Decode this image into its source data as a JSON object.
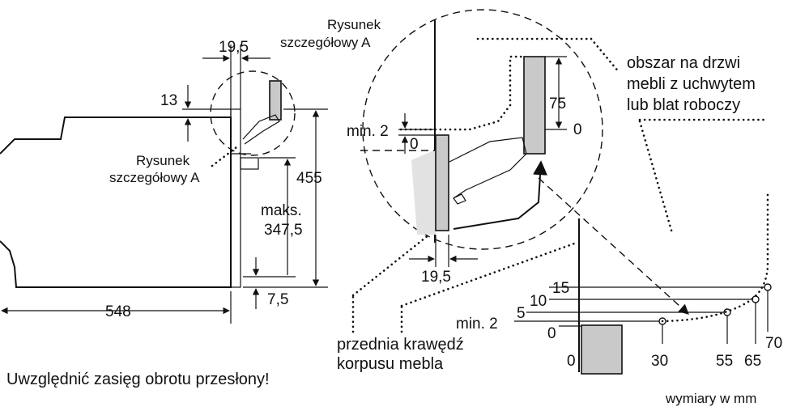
{
  "labels": {
    "detail_a_top": [
      "Rysunek",
      "szczegółowy A"
    ],
    "detail_a_side": [
      "Rysunek",
      "szczegółowy A"
    ],
    "dim_19_5_top": "19,5",
    "dim_13": "13",
    "dim_455": "455",
    "dim_maks": [
      "maks.",
      "347,5"
    ],
    "dim_7_5": "7,5",
    "dim_548": "548",
    "detail_min2": "min. 2",
    "detail_0_left": "0",
    "detail_75": "75",
    "detail_0_right": "0",
    "detail_19_5": "19,5",
    "area_note": [
      "obszar na drzwi",
      "mebli z uchwytem",
      "lub blat roboczy"
    ],
    "front_edge": [
      "przednia krawędź",
      "korpusu mebla"
    ],
    "scale_15": "15",
    "scale_10": "10",
    "scale_5": "5",
    "scale_min2": "min. 2",
    "scale_0": "0",
    "scale_x0": "0",
    "scale_30": "30",
    "scale_55": "55",
    "scale_65": "65",
    "scale_70": "70",
    "rotation_note": "Uwzględnić zasięg obrotu przesłony!",
    "units_note": "wymiary w mm"
  }
}
